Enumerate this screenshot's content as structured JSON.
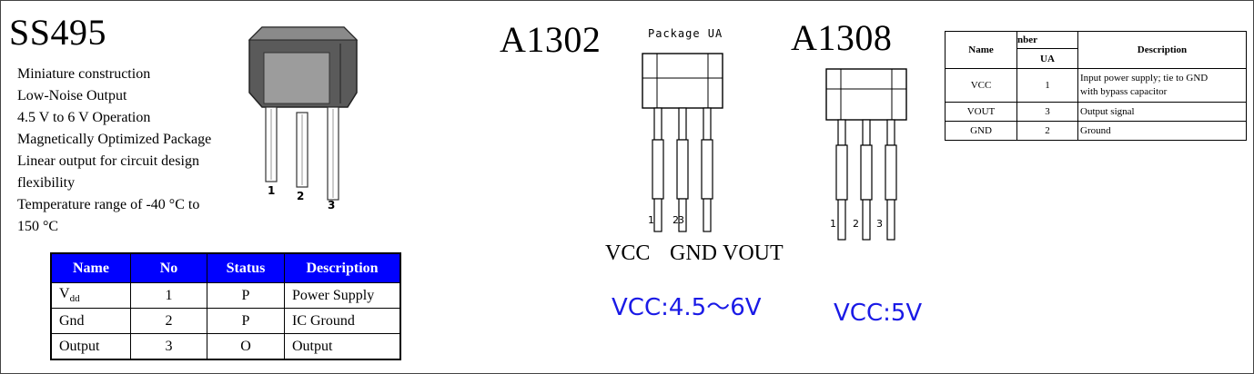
{
  "ss495": {
    "title": "SS495",
    "features": [
      "Miniature construction",
      "Low-Noise Output",
      "4.5 V to 6 V Operation",
      "Magnetically Optimized Package",
      "Linear output for circuit design",
      "flexibility",
      "Temperature range of -40 °C to",
      "150 °C"
    ],
    "pin_labels": [
      "1",
      "2",
      "3"
    ],
    "table": {
      "headers": [
        "Name",
        "No",
        "Status",
        "Description"
      ],
      "rows": [
        {
          "name_main": "V",
          "name_sub": "dd",
          "no": "1",
          "status": "P",
          "description": "Power Supply"
        },
        {
          "name_main": "Gnd",
          "name_sub": "",
          "no": "2",
          "status": "P",
          "description": "IC Ground"
        },
        {
          "name_main": "Output",
          "name_sub": "",
          "no": "3",
          "status": "O",
          "description": "Output"
        }
      ],
      "header_color": "#0000ff"
    }
  },
  "a1302": {
    "title": "A1302",
    "package_label": "Package UA",
    "pin_numbers": [
      "1",
      "2",
      "3"
    ],
    "pin_names": [
      "VCC",
      "GND",
      "VOUT"
    ],
    "vcc": "VCC:4.5～6V"
  },
  "a1308": {
    "title": "A1308",
    "pin_numbers": [
      "1",
      "2",
      "3"
    ],
    "vcc": "VCC:5V",
    "table": {
      "header_name": "Name",
      "header_number": "nber",
      "header_ua": "UA",
      "header_description": "Description",
      "rows": [
        {
          "name": "VCC",
          "ua": "1",
          "desc1": "Input power supply; tie to GND",
          "desc2": "with bypass capacitor"
        },
        {
          "name": "VOUT",
          "ua": "3",
          "desc1": "Output signal",
          "desc2": ""
        },
        {
          "name": "GND",
          "ua": "2",
          "desc1": "Ground",
          "desc2": ""
        }
      ]
    }
  },
  "colors": {
    "accent_blue": "#0000ff",
    "vcc_text_blue": "#1a1ae6"
  }
}
